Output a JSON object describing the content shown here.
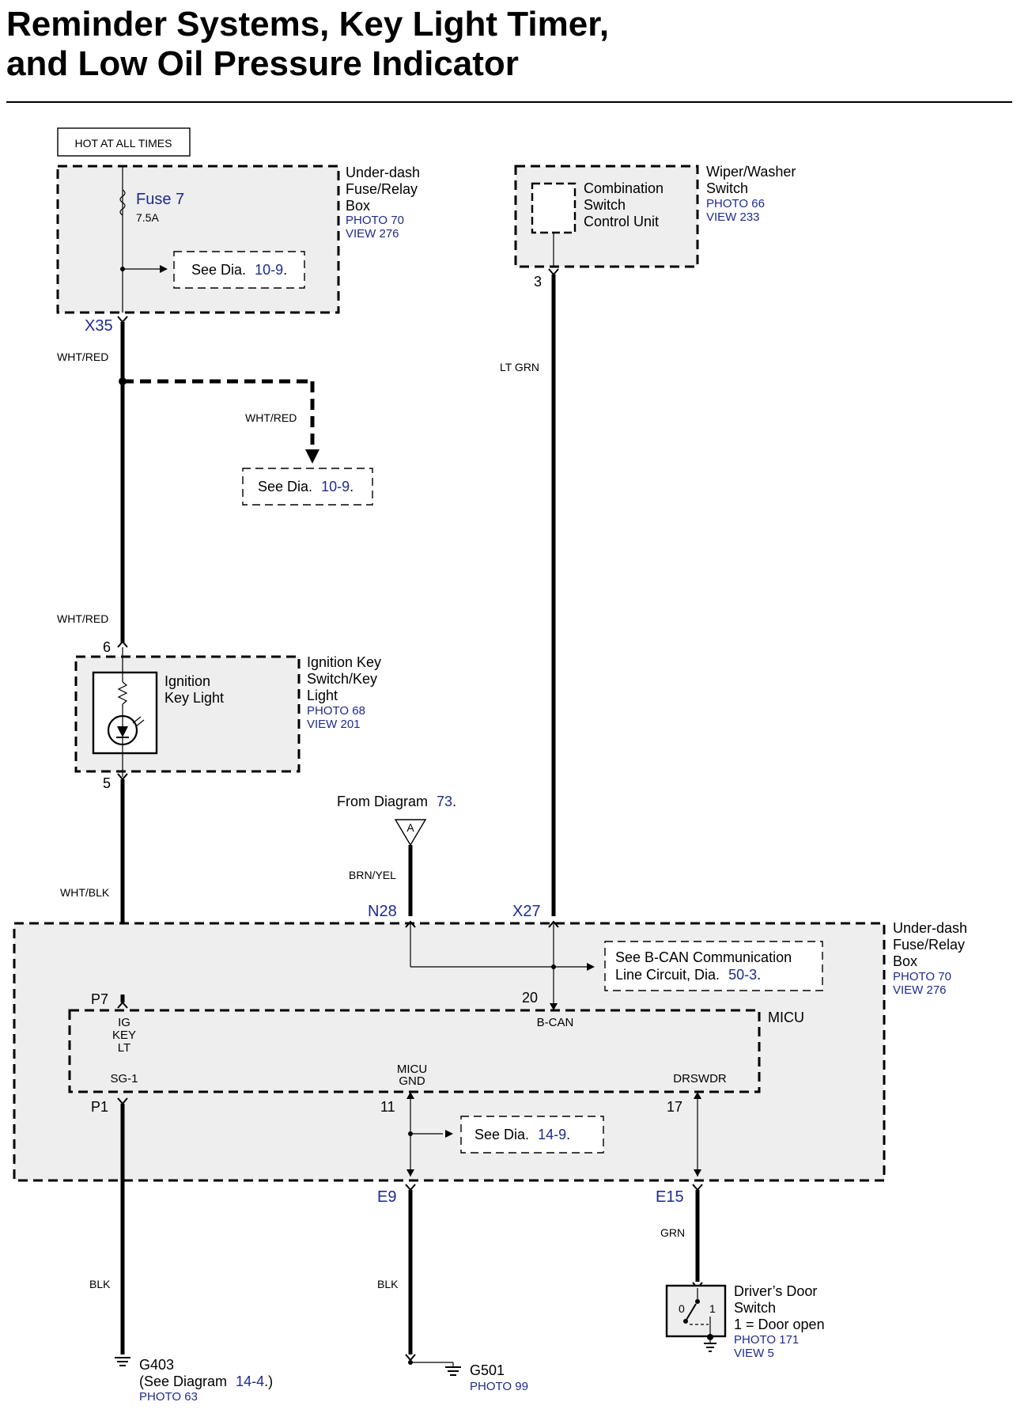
{
  "title": {
    "line1": "Reminder Systems, Key Light Timer,",
    "line2": "and Low Oil Pressure Indicator"
  },
  "hot_label": "HOT AT ALL TIMES",
  "fuse_box_top": {
    "name_lines": [
      "Under-dash",
      "Fuse/Relay",
      "Box"
    ],
    "photo": "PHOTO 70",
    "view": "VIEW 276",
    "fuse_label": "Fuse 7",
    "fuse_rating": "7.5A",
    "ref_prefix": "See Dia.",
    "ref_num": "10-9",
    "ref_suffix": ".",
    "connector": "X35"
  },
  "combination_switch": {
    "unit_lines": [
      "Combination",
      "Switch",
      "Control Unit"
    ],
    "name_lines": [
      "Wiper/Washer",
      "Switch"
    ],
    "photo": "PHOTO 66",
    "view": "VIEW 233",
    "pin": "3"
  },
  "wires": {
    "wht_red_1": "WHT/RED",
    "wht_red_2": "WHT/RED",
    "wht_red_3": "WHT/RED",
    "wht_blk": "WHT/BLK",
    "lt_grn": "LT GRN",
    "brn_yel": "BRN/YEL",
    "blk_1": "BLK",
    "blk_2": "BLK",
    "grn": "GRN"
  },
  "branch_ref": {
    "prefix": "See Dia.",
    "num": "10-9",
    "suffix": "."
  },
  "ignition_key": {
    "inner_lines": [
      "Ignition",
      "Key Light"
    ],
    "name_lines": [
      "Ignition Key",
      "Switch/Key",
      "Light"
    ],
    "photo": "PHOTO 68",
    "view": "VIEW 201",
    "pin_top": "6",
    "pin_bottom": "5"
  },
  "from_diagram": {
    "prefix": "From Diagram",
    "num": "73",
    "suffix": ".",
    "marker": "A"
  },
  "fuse_box_bottom": {
    "name_lines": [
      "Under-dash",
      "Fuse/Relay",
      "Box"
    ],
    "photo": "PHOTO 70",
    "view": "VIEW 276",
    "conn_n28": "N28",
    "conn_x27": "X27",
    "conn_e9": "E9",
    "conn_e15": "E15",
    "bcan_ref_line1": "See B-CAN Communication",
    "bcan_ref_prefix": "Line Circuit, Dia.",
    "bcan_ref_num": "50-3",
    "bcan_ref_suffix": ".",
    "gnd_ref_prefix": "See Dia.",
    "gnd_ref_num": "14-9",
    "gnd_ref_suffix": "."
  },
  "micu": {
    "label": "MICU",
    "pin_p7": "P7",
    "pin_20": "20",
    "pin_p1": "P1",
    "pin_11": "11",
    "pin_17": "17",
    "ig_key_lt": [
      "IG",
      "KEY",
      "LT"
    ],
    "bcan": "B-CAN",
    "sg1": "SG-1",
    "micu_gnd": [
      "MICU",
      "GND"
    ],
    "drswdr": "DRSWDR"
  },
  "ground_g403": {
    "name": "G403",
    "ref_prefix": "(See Diagram",
    "ref_num": "14-4",
    "ref_suffix": ".)",
    "photo": "PHOTO 63"
  },
  "ground_g501": {
    "name": "G501",
    "photo": "PHOTO 99"
  },
  "door_switch": {
    "name_lines": [
      "Driver’s Door",
      "Switch",
      "1 = Door open"
    ],
    "photo": "PHOTO 171",
    "view": "VIEW 5",
    "pos_0": "0",
    "pos_1": "1"
  }
}
